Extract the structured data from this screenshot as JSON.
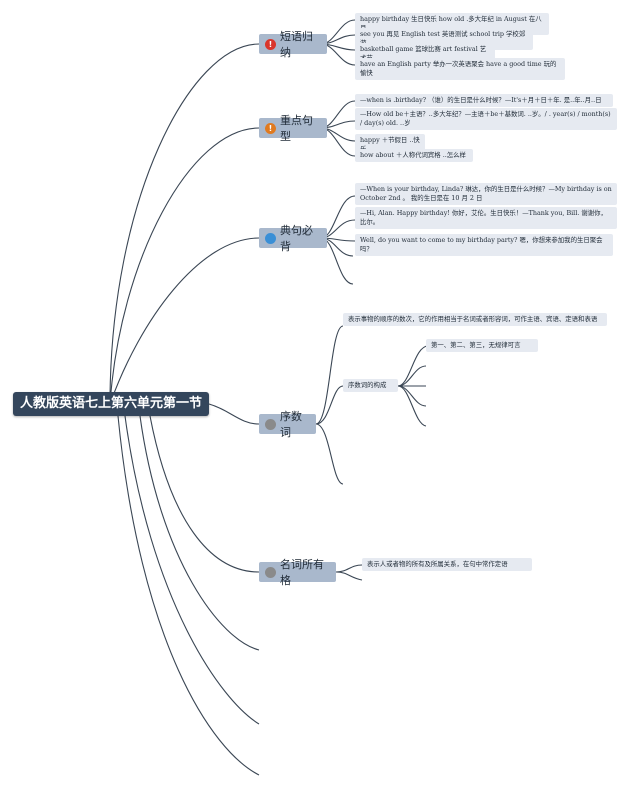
{
  "root": {
    "label": "人教版英语七上第六单元第一节"
  },
  "branches": [
    {
      "label": "短语归纳",
      "badge": "!",
      "badge_color": "#d9352b",
      "leaves": [
        "happy birthday 生日快乐 how old .多大年纪 in August 在八月",
        "see you 再见 English test 英语测试 school trip 学校郊游",
        "basketball game 篮球比赛 art festival 艺术节",
        "have an English party 举办一次英语聚会 have a good time 玩的愉快"
      ]
    },
    {
      "label": "重点句型",
      "badge": "!",
      "badge_color": "#e07a1f",
      "leaves": [
        "—when is .birthday? （谁）的生日是什么时候？—It's＋月＋日＋年. 是..年..月..日",
        "—How old be＋主语？..多大年纪？—主语＋be＋基数词. ..岁。/ . year(s) / month(s) / day(s) old. ..岁",
        "happy ＋节假日 ..快乐",
        "how about ＋人称代词宾格 ..怎么样"
      ]
    },
    {
      "label": "典句必背",
      "badge": "",
      "badge_color": "#3a8fd6",
      "leaves": [
        "—When is your birthday, Linda? 琳达，你的生日是什么时候？—My birthday is on October 2nd 。 我的生日是在 10 月 2 日",
        "—Hi, Alan. Happy birthday! 你好，艾伦。生日快乐！—Thank you, Bill. 谢谢你，比尔。",
        "Well, do you want to come to my birthday party? 嗯，你想来参加我的生日聚会吗？"
      ]
    },
    {
      "label": "序数词",
      "badge": "",
      "badge_color": "#8a8a8a",
      "leaves": [
        "表示事物的顺序的数次，它的作用相当于名词或者形容词，可作主语、宾语、定语和表语",
        "序数词的构成",
        "第一、第二、第三，无规律可言"
      ]
    },
    {
      "label": "名词所有格",
      "badge": "",
      "badge_color": "#8a8a8a",
      "leaves": [
        "表示人或者物的所有及所属关系，在句中常作定语"
      ]
    }
  ]
}
